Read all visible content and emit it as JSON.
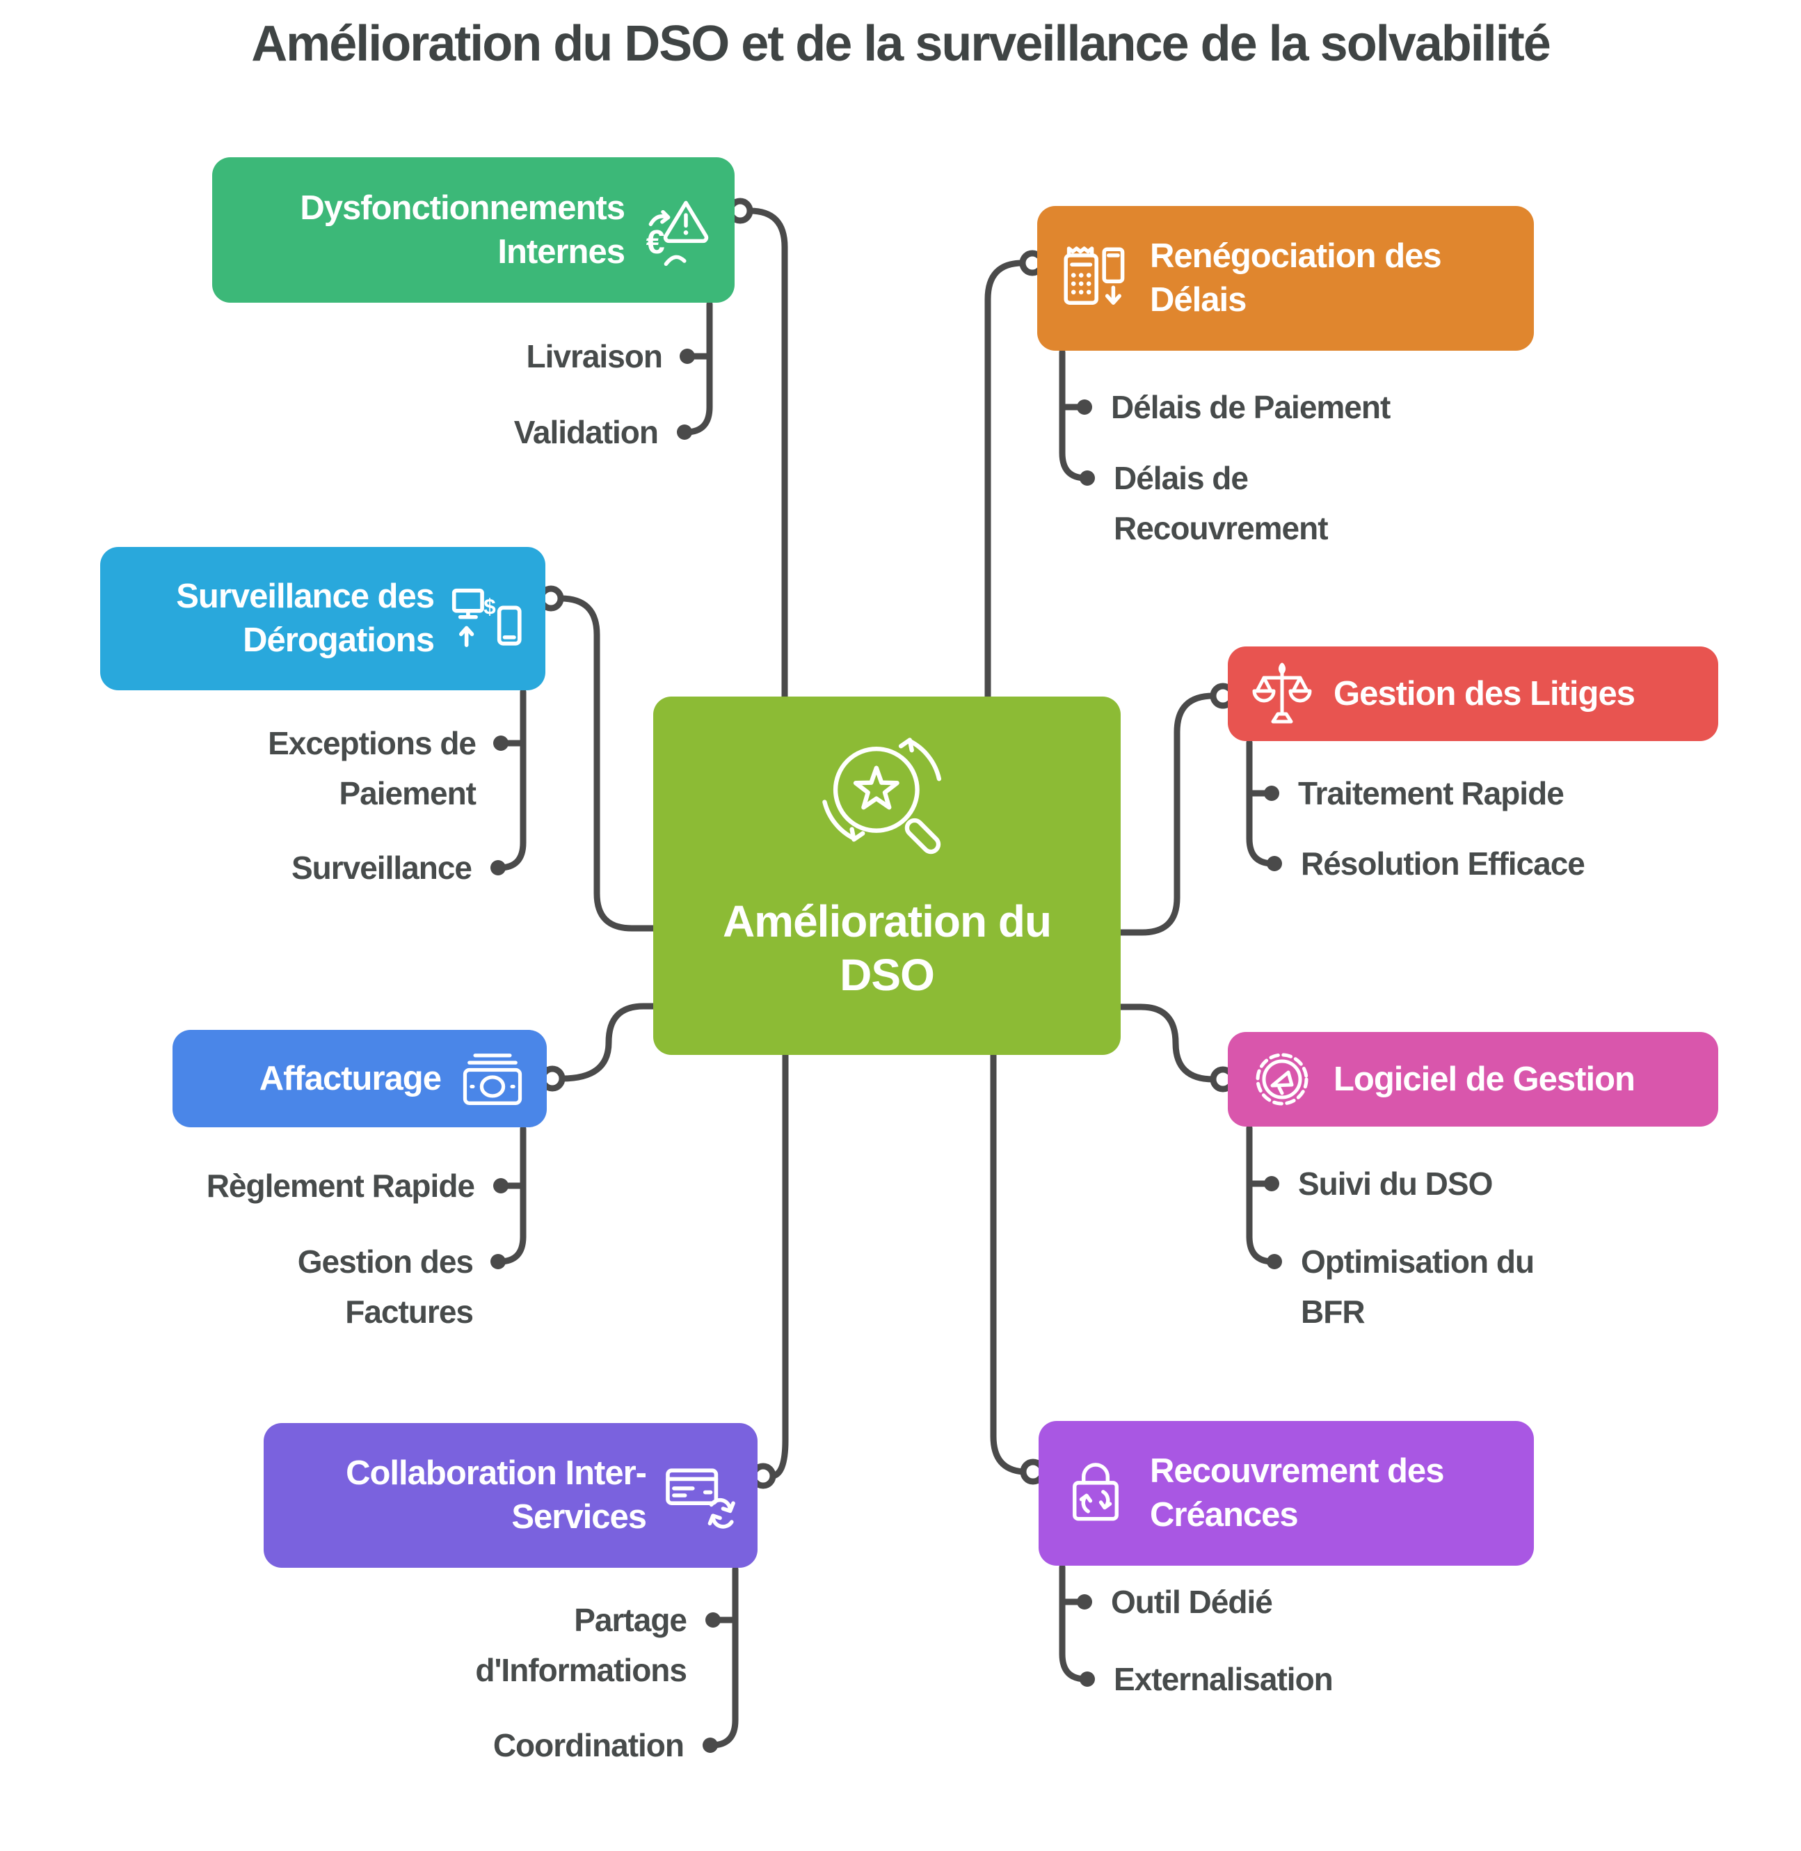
{
  "title": "Amélioration du DSO et de la surveillance de la solvabilité",
  "colors": {
    "connector": "#4A4A4A",
    "child_text": "#474B4B",
    "title_text": "#3F4444",
    "background": "#FFFFFF",
    "center": "#8CBB35",
    "dysfonctionnements": "#3CB878",
    "surveillance_derogations": "#29A8DC",
    "affacturage": "#4A86E8",
    "collaboration": "#7A62DE",
    "renegociation": "#E0862E",
    "litiges": "#E85450",
    "logiciel": "#D956AC",
    "recouvrement": "#A957E3"
  },
  "center": {
    "label": "Amélioration du\nDSO",
    "icon": "magnifier-star-refresh-icon"
  },
  "branches": {
    "dysfonctionnements": {
      "label": "Dysfonctionnements\nInternes",
      "icon": "euro-alert-icon",
      "children": [
        "Livraison",
        "Validation"
      ]
    },
    "surveillance_derogations": {
      "label": "Surveillance des\nDérogations",
      "icon": "devices-transfer-icon",
      "children": [
        "Exceptions de\nPaiement",
        "Surveillance"
      ]
    },
    "affacturage": {
      "label": "Affacturage",
      "icon": "banknotes-icon",
      "children": [
        "Règlement Rapide",
        "Gestion des\nFactures"
      ]
    },
    "collaboration": {
      "label": "Collaboration Inter-\nServices",
      "icon": "card-sync-icon",
      "children": [
        "Partage\nd'Informations",
        "Coordination"
      ]
    },
    "renegociation": {
      "label": "Renégociation des\nDélais",
      "icon": "payment-terminal-icon",
      "children": [
        "Délais de Paiement",
        "Délais de\nRecouvrement"
      ]
    },
    "litiges": {
      "label": "Gestion des Litiges",
      "icon": "scales-icon",
      "children": [
        "Traitement Rapide",
        "Résolution Efficace"
      ]
    },
    "logiciel": {
      "label": "Logiciel de Gestion",
      "icon": "gear-megaphone-icon",
      "children": [
        "Suivi du DSO",
        "Optimisation du\nBFR"
      ]
    },
    "recouvrement": {
      "label": "Recouvrement des\nCréances",
      "icon": "bag-recycle-icon",
      "children": [
        "Outil Dédié",
        "Externalisation"
      ]
    }
  }
}
